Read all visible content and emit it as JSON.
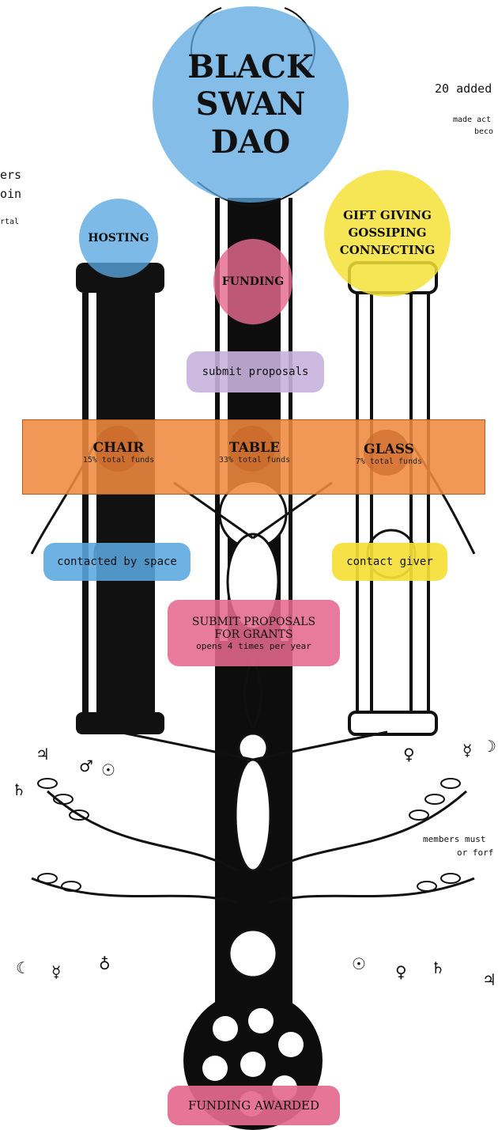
{
  "header": {
    "logo_lines": [
      "BLACK",
      "SWAN",
      "DAO"
    ]
  },
  "side_text": {
    "top_right_line": "20 added",
    "top_right_small_1": "made act",
    "top_right_small_2": "beco",
    "left_line_1": "ers",
    "left_line_2": "oin",
    "left_small": "rtal",
    "mid_right_1": "members must",
    "mid_right_2": "or forf"
  },
  "bubbles": {
    "hosting": "HOSTING",
    "funding": "FUNDING",
    "gift_lines": [
      "GIFT GIVING",
      "GOSSIPING",
      "CONNECTING"
    ]
  },
  "actions": {
    "submit_proposals": "submit proposals",
    "contacted_by_space": "contacted by space",
    "contact_giver": "contact giver",
    "grants_line_1": "SUBMIT PROPOSALS",
    "grants_line_2": "FOR GRANTS",
    "grants_sub": "opens 4 times per year",
    "funding_awarded": "FUNDING AWARDED"
  },
  "funds_bar": {
    "items": [
      {
        "title": "CHAIR",
        "subtitle": "15% total funds"
      },
      {
        "title": "TABLE",
        "subtitle": "33% total funds"
      },
      {
        "title": "GLASS",
        "subtitle": "7% total funds"
      }
    ]
  },
  "colors": {
    "blue": "#5aa7e0",
    "pink": "#e5698f",
    "yellow": "#f5e037",
    "purple": "#c7b3dd",
    "orange": "#ef8a3f"
  }
}
